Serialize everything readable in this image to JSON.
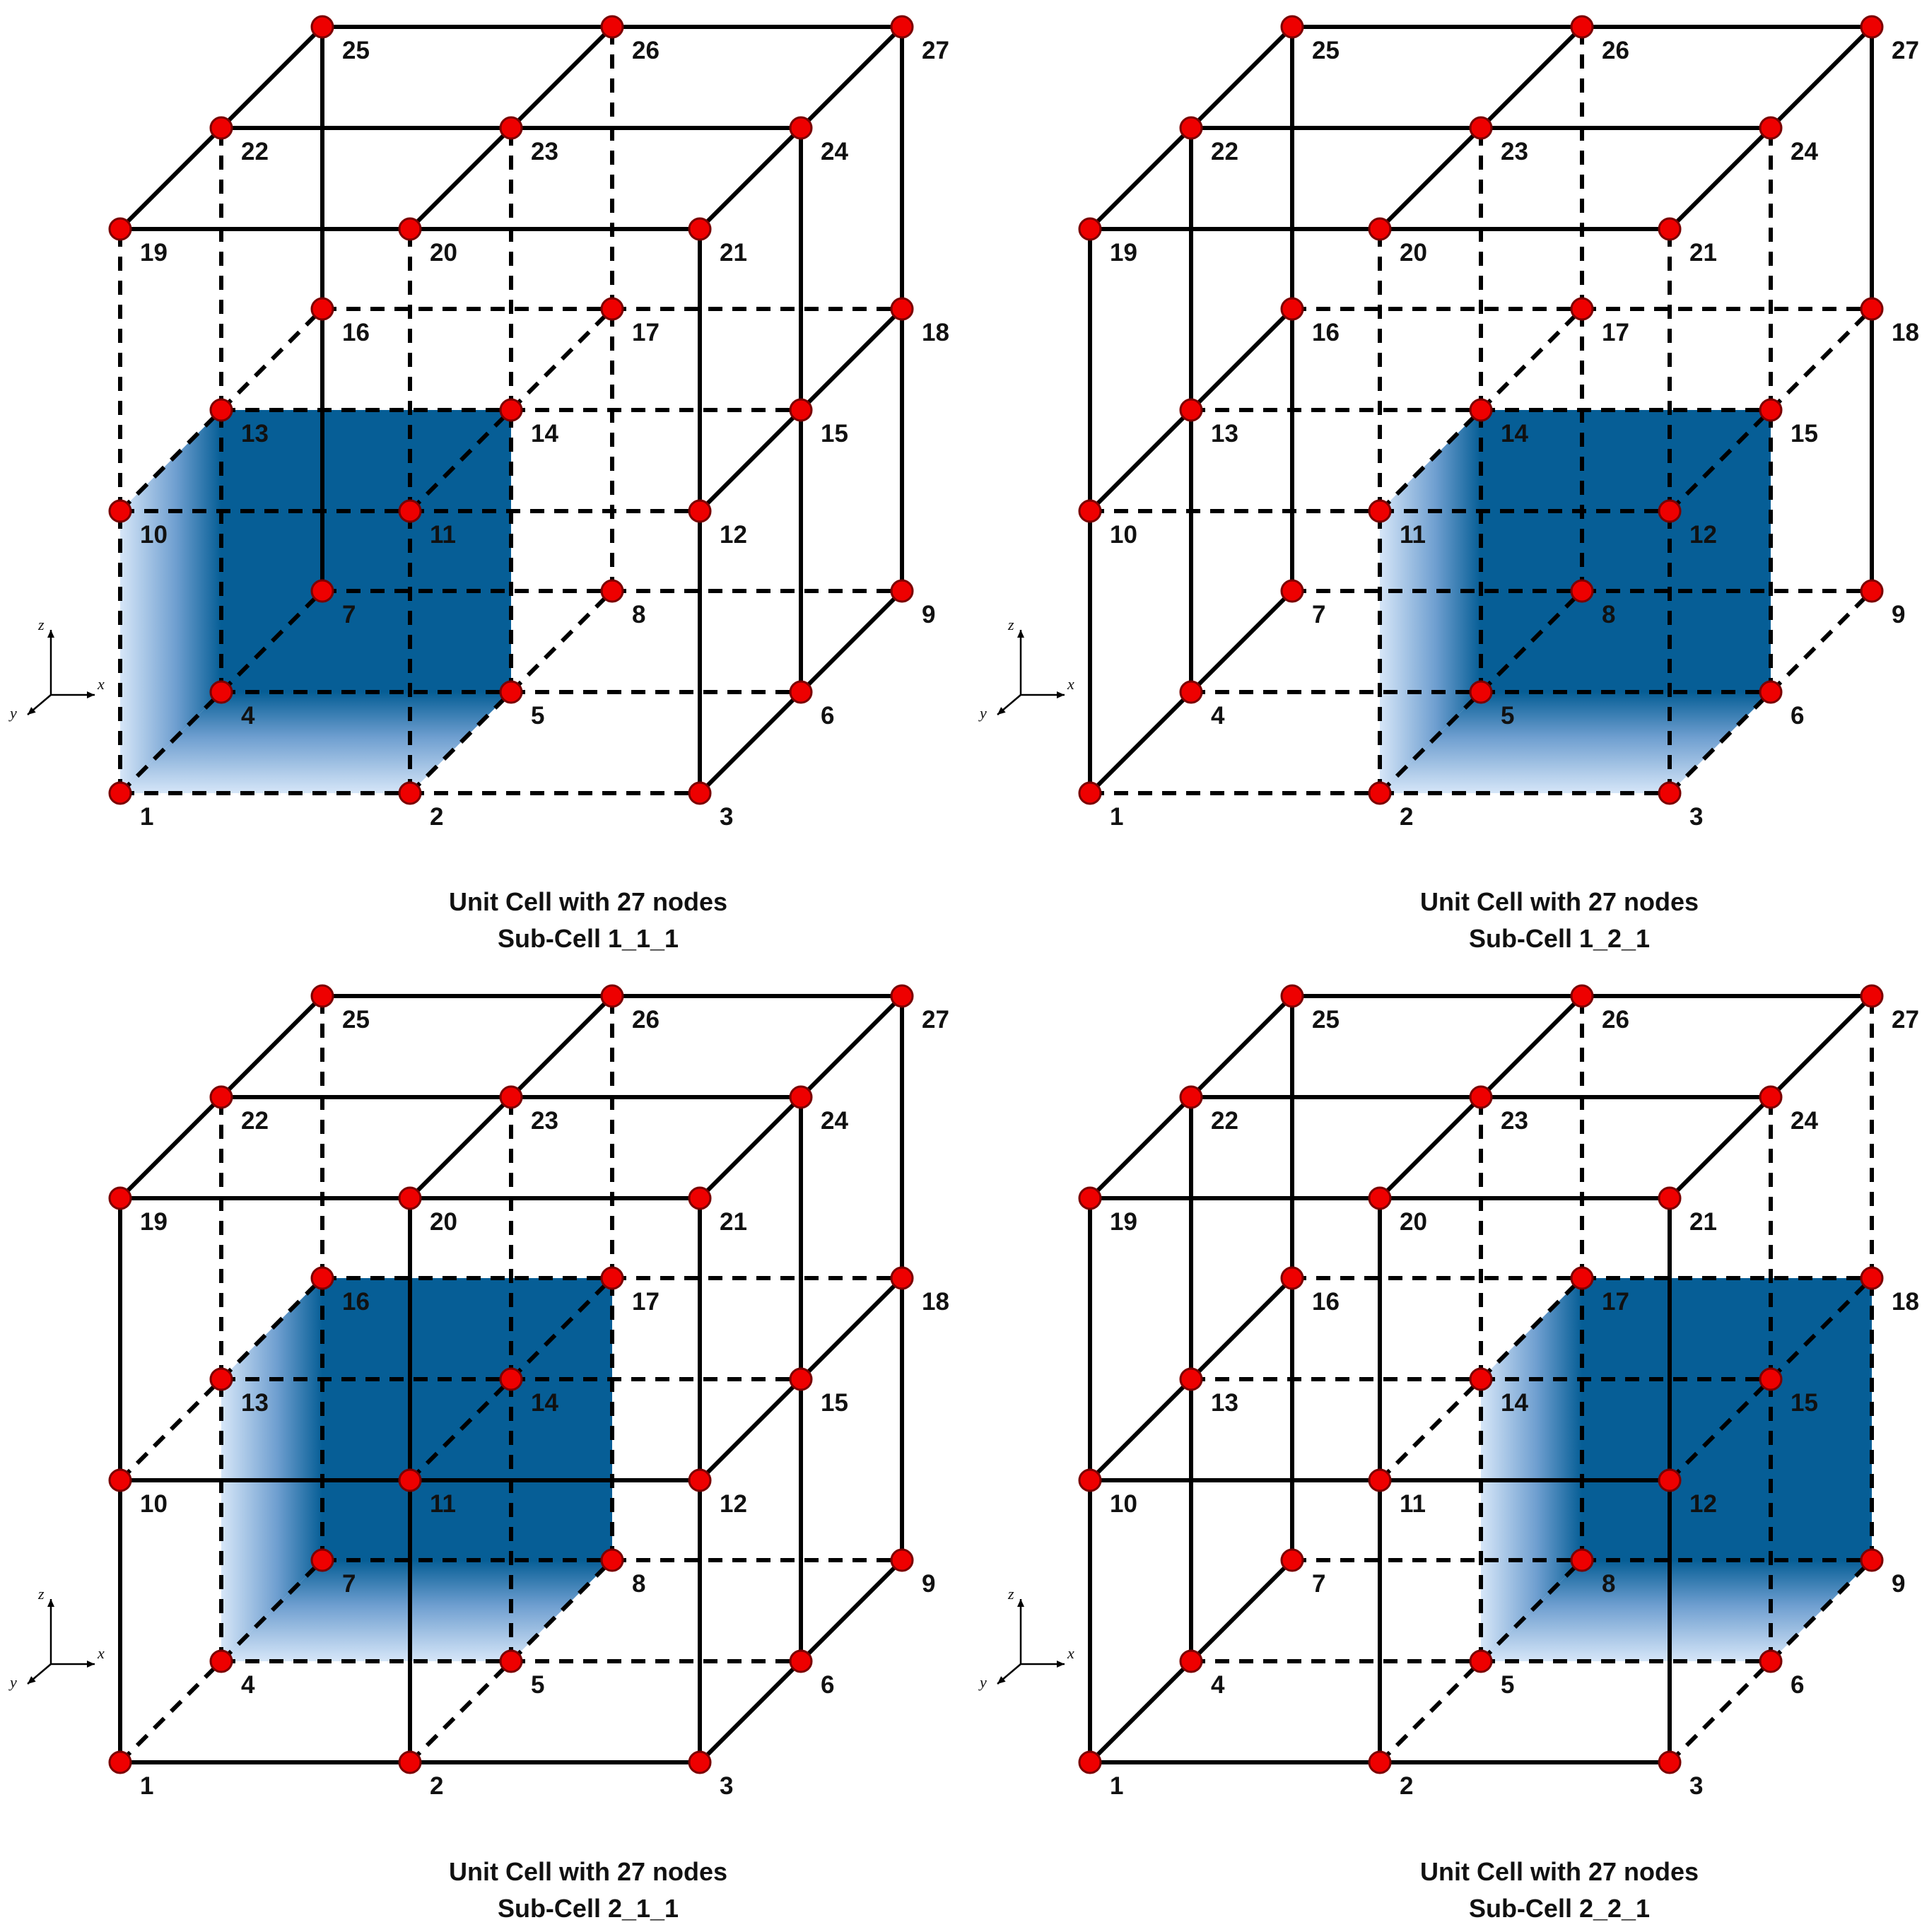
{
  "colors": {
    "edge": "#000000",
    "node_fill": "#ee0000",
    "node_stroke": "#7a0000",
    "subcell_dark": "#065e96",
    "subcell_light": "#d6e6f8",
    "label": "#111111"
  },
  "axes": {
    "x": "x",
    "y": "y",
    "z": "z"
  },
  "panels": [
    {
      "title": "Unit Cell with 27 nodes",
      "subtitle": "Sub-Cell 1_1_1",
      "subcell": [
        0,
        0,
        0
      ],
      "node_labels": [
        "1",
        "2",
        "3",
        "4",
        "5",
        "6",
        "7",
        "8",
        "9",
        "10",
        "11",
        "12",
        "13",
        "14",
        "15",
        "16",
        "17",
        "18",
        "19",
        "20",
        "21",
        "22",
        "23",
        "24",
        "25",
        "26",
        "27"
      ]
    },
    {
      "title": "Unit Cell with 27 nodes",
      "subtitle": "Sub-Cell 1_2_1",
      "subcell": [
        1,
        0,
        0
      ],
      "node_labels": [
        "1",
        "2",
        "3",
        "4",
        "5",
        "6",
        "7",
        "8",
        "9",
        "10",
        "11",
        "12",
        "13",
        "14",
        "15",
        "16",
        "17",
        "18",
        "19",
        "20",
        "21",
        "22",
        "23",
        "24",
        "25",
        "26",
        "27"
      ]
    },
    {
      "title": "Unit Cell with 27 nodes",
      "subtitle": "Sub-Cell 2_1_1",
      "subcell": [
        0,
        1,
        0
      ],
      "node_labels": [
        "1",
        "2",
        "3",
        "4",
        "5",
        "6",
        "7",
        "8",
        "9",
        "10",
        "11",
        "12",
        "13",
        "14",
        "15",
        "16",
        "17",
        "18",
        "19",
        "20",
        "21",
        "22",
        "23",
        "24",
        "25",
        "26",
        "27"
      ]
    },
    {
      "title": "Unit Cell with 27 nodes",
      "subtitle": "Sub-Cell 2_2_1",
      "subcell": [
        1,
        1,
        0
      ],
      "node_labels": [
        "1",
        "2",
        "3",
        "4",
        "5",
        "6",
        "7",
        "8",
        "9",
        "10",
        "11",
        "12",
        "13",
        "14",
        "15",
        "16",
        "17",
        "18",
        "19",
        "20",
        "21",
        "22",
        "23",
        "24",
        "25",
        "26",
        "27"
      ]
    }
  ]
}
